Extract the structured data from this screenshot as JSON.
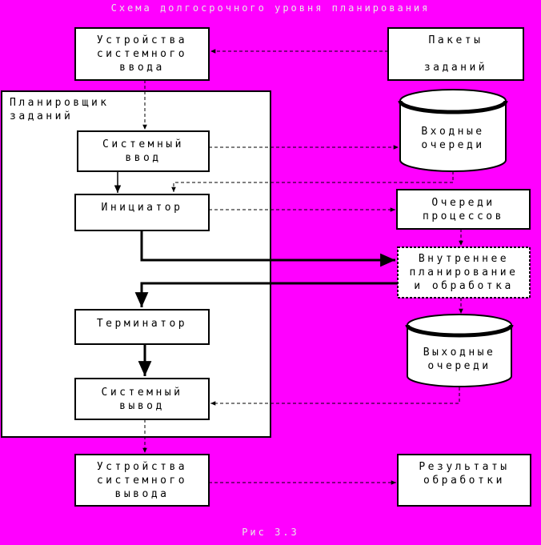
{
  "title": "Схема долгосрочного уровня планирования",
  "caption": "Рис 3.3",
  "colors": {
    "background": "#ff00ff",
    "box_fill": "#ffffff",
    "stroke": "#000000",
    "caption_text": "#e8e8e8"
  },
  "nodes": {
    "sys_input_devices": "Устройства\nсистемного\nввода",
    "job_packets": "Пакеты\n\nзаданий",
    "scheduler": "Планировщик\nзаданий",
    "input_queues": "Входные\nочереди",
    "system_input": "Системный\nввод",
    "initiator": "Инициатор",
    "process_queues": "Очереди\nпроцессов",
    "internal_planning": "Внутреннее\nпланирование\nи обработка",
    "terminator": "Терминатор",
    "output_queues": "Выходные\nочереди",
    "system_output": "Системный\nвывод",
    "sys_output_devices": "Устройства\nсистемного\nвывода",
    "results": "Результаты\nобработки"
  }
}
